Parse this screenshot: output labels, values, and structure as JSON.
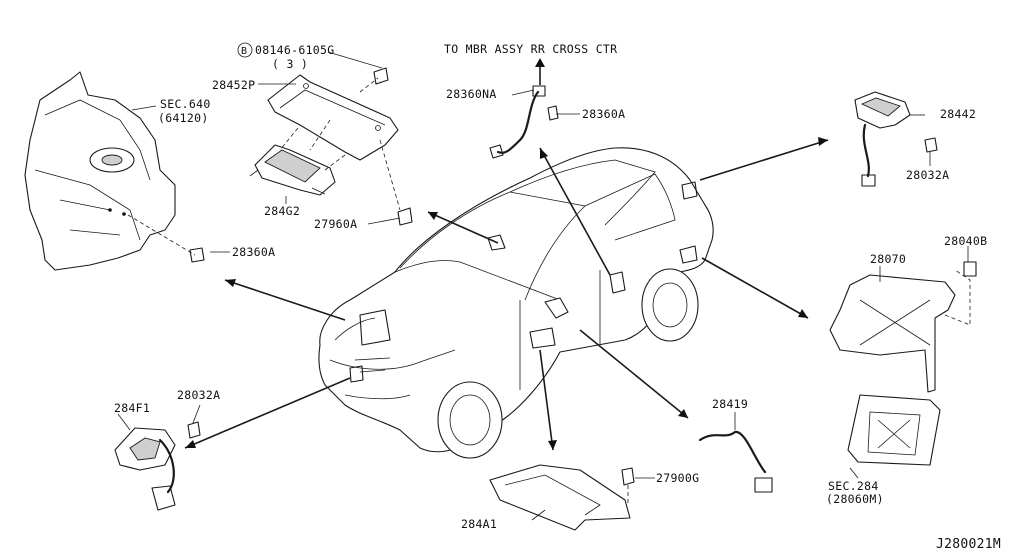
{
  "labels": {
    "to_mbr": "TO MBR ASSY RR CROSS CTR",
    "p_08146": "08146-6105G",
    "p_08146_qty": "( 3 )",
    "p_28452P": "28452P",
    "p_28360NA": "28360NA",
    "p_28360A_top": "28360A",
    "p_28442": "28442",
    "sec640": "SEC.640",
    "sec640_sub": "(64120)",
    "p_284G2": "284G2",
    "p_27960A": "27960A",
    "p_28032A_right": "28032A",
    "p_28040B": "28040B",
    "p_28360A_left": "28360A",
    "p_28070": "28070",
    "p_284F1": "284F1",
    "p_28032A_left": "28032A",
    "p_28419": "28419",
    "p_27900G": "27900G",
    "sec284": "SEC.284",
    "sec284_sub": "(28060M)",
    "p_284A1": "284A1",
    "diagram_id": "J280021M",
    "circled_b": "B"
  }
}
